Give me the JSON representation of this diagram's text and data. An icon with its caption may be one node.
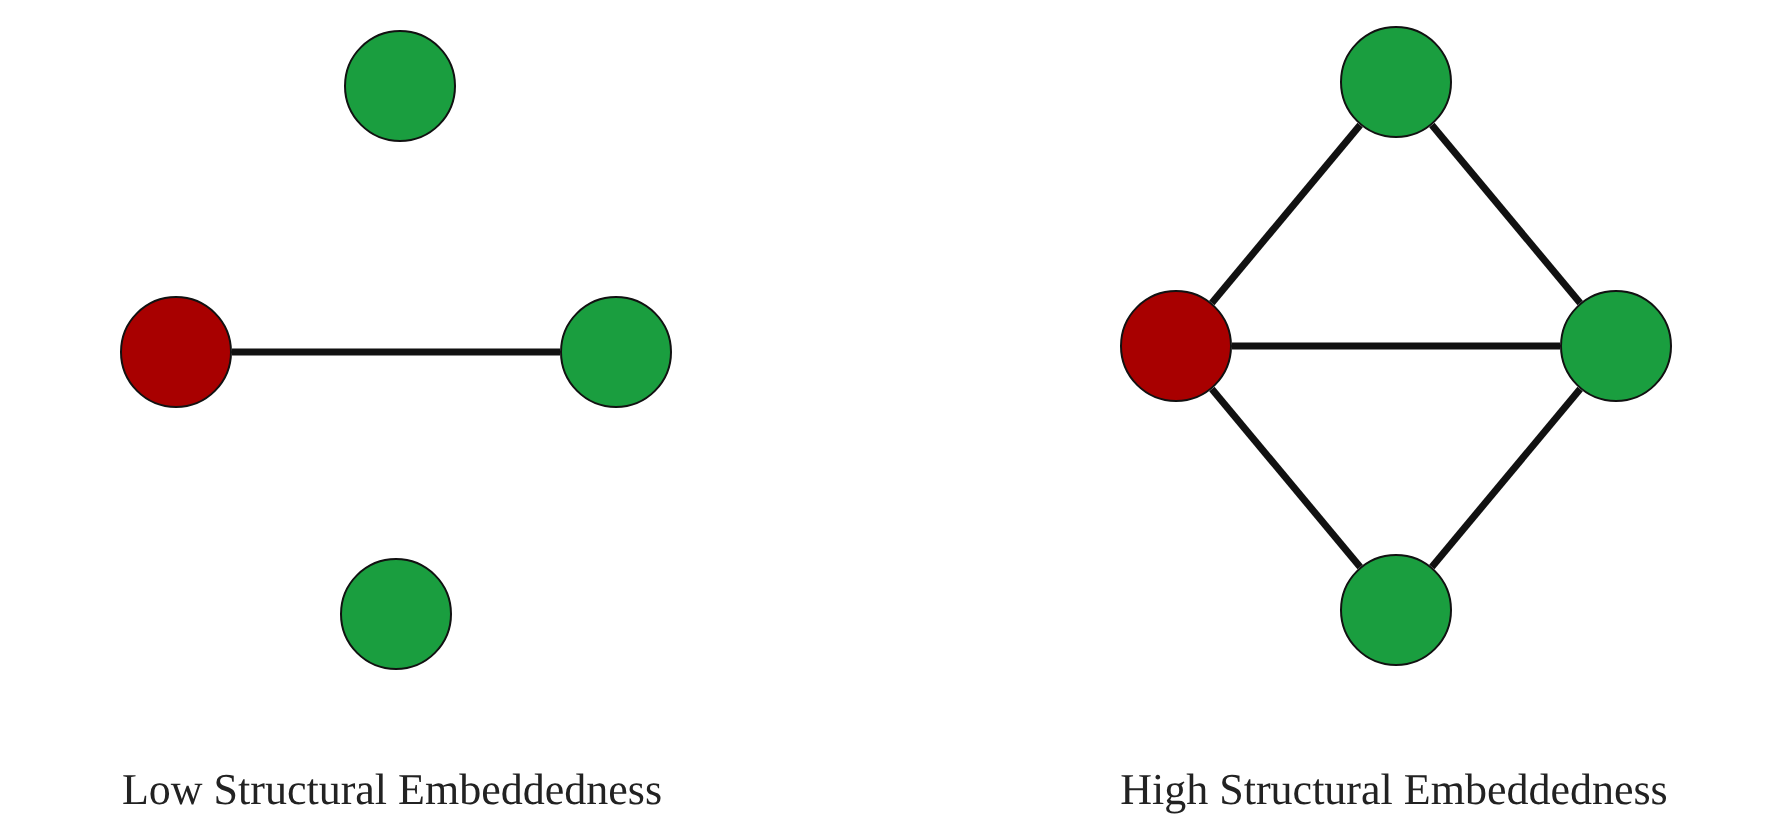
{
  "diagram": {
    "nodes": [
      {
        "text": [],
        "shape": "circle"
      },
      {
        "text": [],
        "shape": "circle"
      },
      {
        "text": [],
        "shape": "circle"
      },
      {
        "text": [],
        "shape": "circle"
      },
      {
        "text": [],
        "shape": "circle"
      },
      {
        "text": [],
        "shape": "circle"
      },
      {
        "text": [],
        "shape": "circle"
      },
      {
        "text": [],
        "shape": "circle"
      }
    ],
    "edges": [
      {
        "from": 1,
        "to": 2,
        "arrow": "none"
      },
      {
        "from": 5,
        "to": 4,
        "arrow": "none"
      },
      {
        "from": 5,
        "to": 6,
        "arrow": "none"
      },
      {
        "from": 5,
        "to": 7,
        "arrow": "none"
      },
      {
        "from": 4,
        "to": 6,
        "arrow": "none"
      },
      {
        "from": 7,
        "to": 6,
        "arrow": "none"
      }
    ],
    "labels": [
      "Low Structural Embeddedness",
      "High Structural Embeddedness"
    ]
  }
}
